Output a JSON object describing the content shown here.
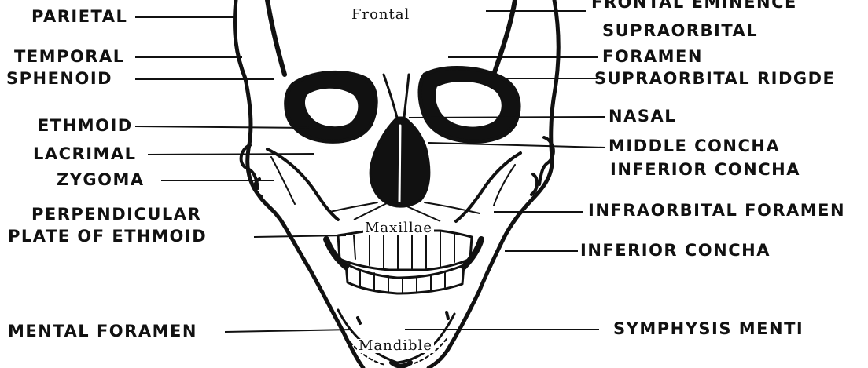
{
  "left_labels": {
    "parietal": "PARIETAL",
    "temporal": "TEMPORAL",
    "sphenoid": "SPHENOID",
    "ethmoid": "ETHMOID",
    "lacrimal": "LACRIMAL",
    "zygoma": "ZYGOMA",
    "perpendicular_1": "PERPENDICULAR",
    "perpendicular_2": "PLATE OF ETHMOID",
    "mental_foramen": "MENTAL FORAMEN"
  },
  "right_labels": {
    "frontal_eminence": "FRONTAL EMINENCE",
    "supraorbital_foramen_1": "SUPRAORBITAL",
    "supraorbital_foramen_2": "FORAMEN",
    "supraorbital_ridge": "SUPRAORBITAL RIDGDE",
    "nasal": "NASAL",
    "middle_concha": "MIDDLE  CONCHA",
    "inferior_concha_1": "INFERIOR CONCHA",
    "infraorbital_foramen": "INFRAORBITAL FORAMEN",
    "inferior_concha_2": "INFERIOR CONCHA",
    "symphysis_menti": "SYMPHYSIS MENTI"
  },
  "bone_labels": {
    "frontal": "Frontal",
    "maxillae": "Maxillae",
    "mandible": "Mandible"
  },
  "colors": {
    "ink": "#111111",
    "background": "#ffffff"
  }
}
